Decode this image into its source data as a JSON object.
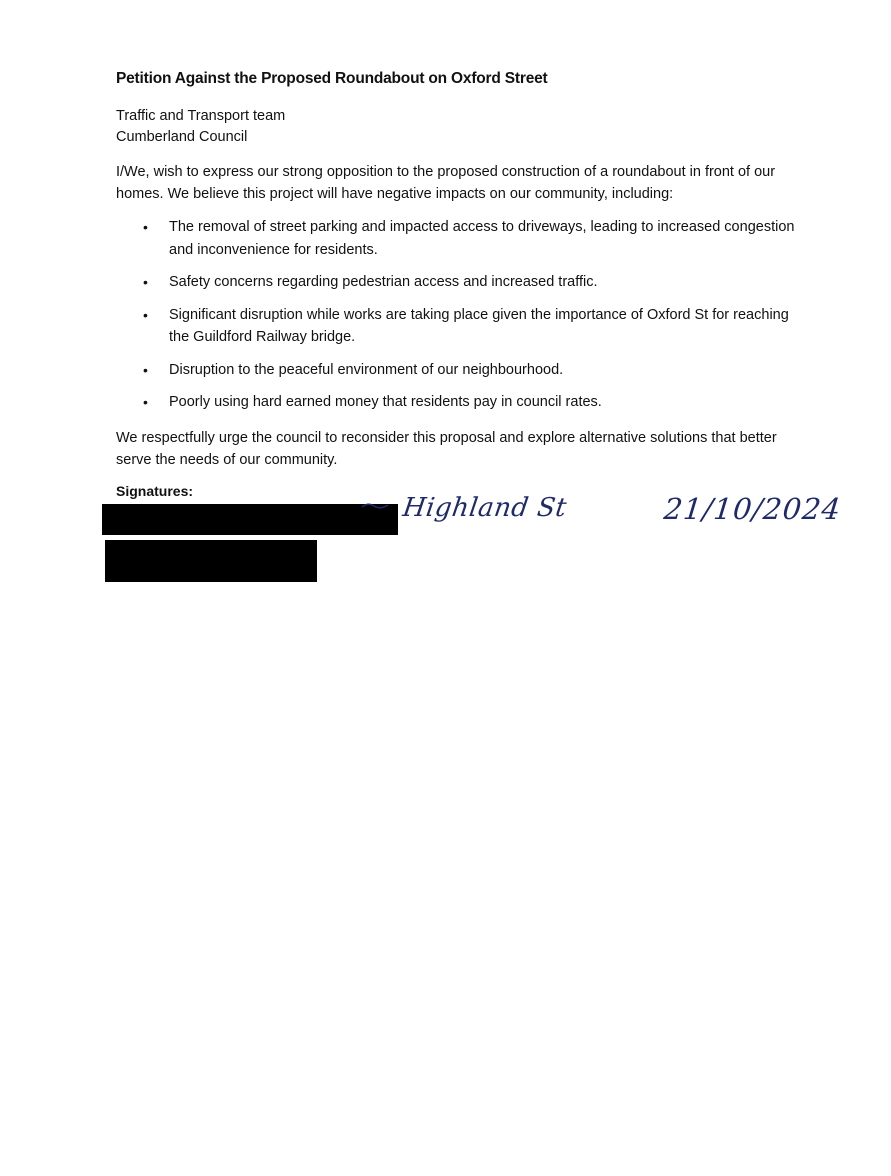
{
  "document": {
    "title": "Petition Against the Proposed Roundabout on Oxford Street",
    "addressee": {
      "line1": "Traffic and Transport team",
      "line2": "Cumberland Council"
    },
    "intro": "I/We, wish to express our strong opposition to the proposed construction of a roundabout in front of our homes. We believe this project will have negative impacts on our community, including:",
    "bullets": [
      "The removal of street parking and impacted access to driveways, leading to increased congestion and inconvenience for residents.",
      "Safety concerns regarding pedestrian access and increased traffic.",
      "Significant disruption while works are taking place given the importance of Oxford St for reaching the Guildford Railway bridge.",
      "Disruption to the peaceful environment of our neighbourhood.",
      "Poorly using hard earned money that residents pay in council rates."
    ],
    "bullet_symbol": "•",
    "closing": "We respectfully urge the council to reconsider this proposal and explore alternative solutions that better serve the needs of our community.",
    "signatures_label": "Signatures:",
    "signature_entry": {
      "street_handwritten": "Highland St",
      "date_handwritten": "21/10/2024"
    }
  },
  "colors": {
    "text": "#111111",
    "ink": "#1f2a6b",
    "redaction": "#000000"
  }
}
